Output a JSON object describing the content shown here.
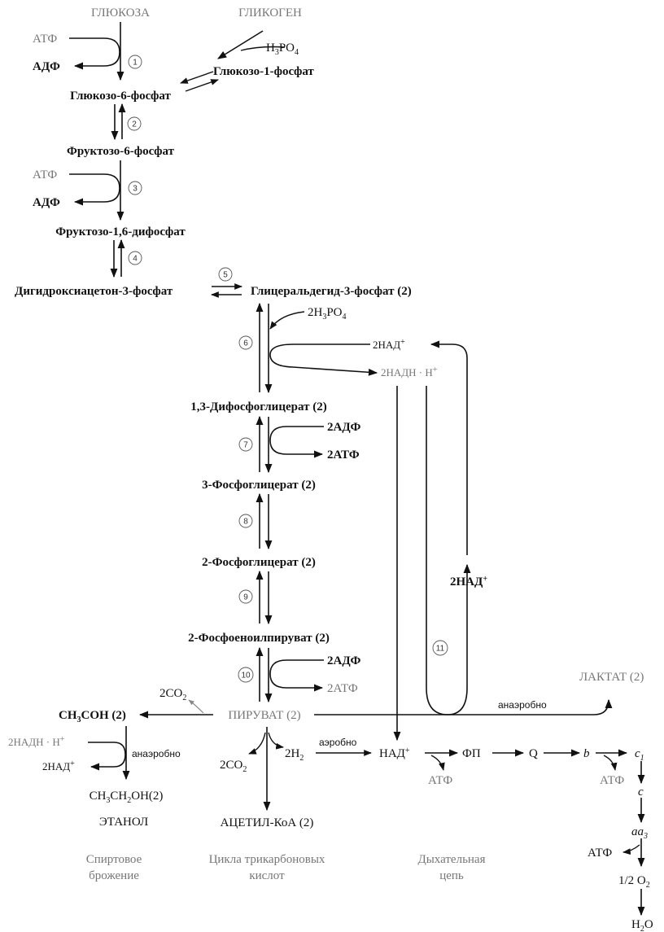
{
  "glycolysis": {
    "glucose": "ГЛЮКОЗА",
    "glycogen": "ГЛИКОГЕН",
    "h3po4_h": "H",
    "h3po4_3": "3",
    "h3po4_po": "PO",
    "h3po4_4": "4",
    "g1p": "Глюкозо-1-фосфат",
    "atp": "АТФ",
    "adp": "АДФ",
    "g6p": "Глюкозо-6-фосфат",
    "f6p": "Фруктозо-6-фосфат",
    "f16bp": "Фруктозо-1,6-дифосфат",
    "dhap": "Дигидроксиацетон-3-фосфат",
    "gap": "Глицеральдегид-3-фосфат (2)",
    "two_h3po4_pre": "2H",
    "two_h3po4_3": "3",
    "two_h3po4_po": "PO",
    "two_h3po4_4": "4",
    "two_nad": "2НАД",
    "two_nadh": "2НАДН · Н",
    "bpg13": "1,3-Дифосфоглицерат (2)",
    "two_adp": "2АДФ",
    "two_atp": "2АТФ",
    "pg3": "3-Фосфоглицерат (2)",
    "pg2": "2-Фосфоглицерат (2)",
    "pep": "2-Фосфоеноилпируват (2)",
    "pyruvate": "ПИРУВАТ (2)",
    "lactate": "ЛАКТАТ (2)",
    "anaerobic": "анаэробно",
    "aerobic": "аэробно",
    "two_co2_pre": "2CO",
    "two_co2_sub": "2",
    "two_h2_pre": "2H",
    "two_h2_sub": "2",
    "acetyl_coa": "АЦЕТИЛ-КоА (2)",
    "acetaldehyde_pre": "CH",
    "acetaldehyde_sub": "3",
    "acetaldehyde_post": "COH (2)",
    "ethanol_formula_1": "CH",
    "ethanol_formula_s1": "3",
    "ethanol_formula_2": "CH",
    "ethanol_formula_s2": "2",
    "ethanol_formula_3": "OH(2)",
    "ethanol": "ЭТАНОЛ",
    "plus": "+"
  },
  "steps": [
    "1",
    "2",
    "3",
    "4",
    "5",
    "6",
    "7",
    "8",
    "9",
    "10",
    "11"
  ],
  "resp": {
    "nad": "НАД",
    "fp": "ФП",
    "q": "Q",
    "b": "b",
    "c1": "c",
    "c1_sub": "1",
    "c": "c",
    "aa3": "aa",
    "aa3_sub": "3",
    "half_o2_pre": "1/2 O",
    "half_o2_sub": "2",
    "water_pre": "H",
    "water_sub": "2",
    "water_post": "O",
    "atp": "АТФ"
  },
  "captions": {
    "alcohol_1": "Спиртовое",
    "alcohol_2": "брожение",
    "tca_1": "Цикла трикарбоновых",
    "tca_2": "кислот",
    "chain_1": "Дыхательная",
    "chain_2": "цепь"
  }
}
